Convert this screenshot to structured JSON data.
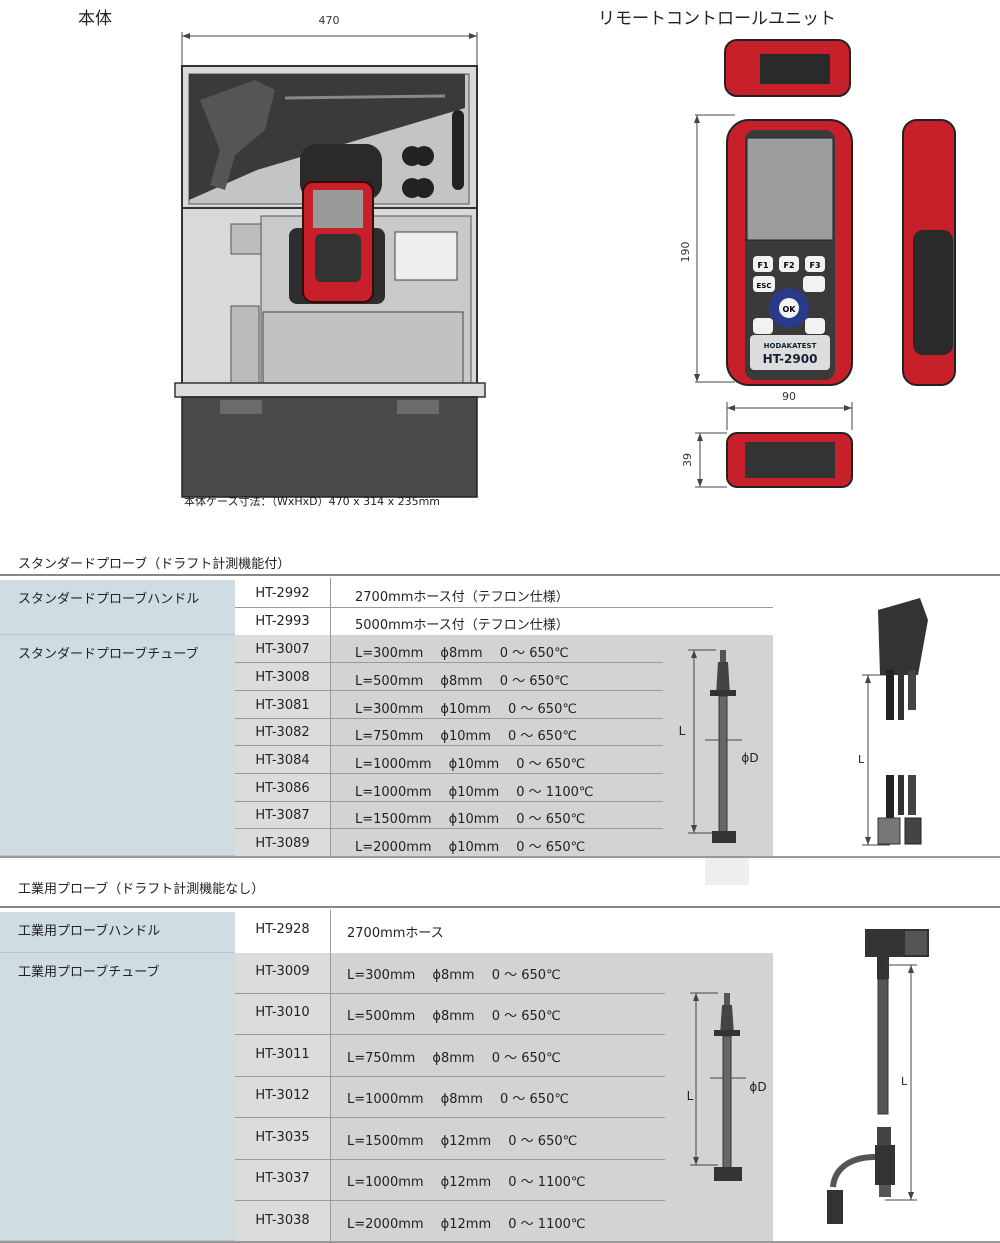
{
  "header": {
    "main_unit_title": "本体",
    "remote_title": "リモートコントロールユニット"
  },
  "main_unit": {
    "width_dim": "470",
    "case_caption": "本体ケース寸法：（WxHxD）470 x 314 x 235mm"
  },
  "remote": {
    "height_dim": "190",
    "width_dim": "90",
    "depth_dim": "39",
    "brand": "HODAKATEST",
    "model": "HT-2900",
    "keys": [
      "F1",
      "F2",
      "F3",
      "ESC",
      "OK"
    ]
  },
  "standard": {
    "section_title": "スタンダードプローブ（ドラフト計測機能付）",
    "handle_label": "スタンダードプローブハンドル",
    "tube_label": "スタンダードプローブチューブ",
    "handles": [
      {
        "code": "HT-2992",
        "spec": "2700mmホース付（テフロン仕様）"
      },
      {
        "code": "HT-2993",
        "spec": "5000mmホース付（テフロン仕様）"
      }
    ],
    "tubes": [
      {
        "code": "HT-3007",
        "spec": "L=300mm　 ϕ8mm 　0 ～ 650℃"
      },
      {
        "code": "HT-3008",
        "spec": "L=500mm　 ϕ8mm 　0 ～ 650℃"
      },
      {
        "code": "HT-3081",
        "spec": "L=300mm　 ϕ10mm　 0 ～ 650℃"
      },
      {
        "code": "HT-3082",
        "spec": "L=750mm　 ϕ10mm　 0 ～ 650℃"
      },
      {
        "code": "HT-3084",
        "spec": "L=1000mm　 ϕ10mm　 0 ～ 650℃"
      },
      {
        "code": "HT-3086",
        "spec": "L=1000mm　 ϕ10mm　 0 ～ 1100℃"
      },
      {
        "code": "HT-3087",
        "spec": "L=1500mm　 ϕ10mm　 0 ～ 650℃"
      },
      {
        "code": "HT-3089",
        "spec": "L=2000mm　 ϕ10mm　 0 ～ 650℃"
      }
    ],
    "dim_L": "L",
    "dim_D": "ϕD"
  },
  "industrial": {
    "section_title": "工業用プローブ（ドラフト計測機能なし）",
    "handle_label": "工業用プローブハンドル",
    "tube_label": "工業用プローブチューブ",
    "handle": {
      "code": "HT-2928",
      "spec": "2700mmホース"
    },
    "tubes": [
      {
        "code": "HT-3009",
        "spec": "L=300mm　 ϕ8mm 　0 ～ 650℃"
      },
      {
        "code": "HT-3010",
        "spec": "L=500mm　 ϕ8mm 　0 ～ 650℃"
      },
      {
        "code": "HT-3011",
        "spec": "L=750mm　 ϕ8mm 　0 ～ 650℃"
      },
      {
        "code": "HT-3012",
        "spec": "L=1000mm　 ϕ8mm 　0 ～ 650℃"
      },
      {
        "code": "HT-3035",
        "spec": "L=1500mm　 ϕ12mm　 0 ～ 650℃"
      },
      {
        "code": "HT-3037",
        "spec": "L=1000mm　 ϕ12mm　 0 ～ 1100℃"
      },
      {
        "code": "HT-3038",
        "spec": "L=2000mm　 ϕ12mm　 0 ～ 1100℃"
      }
    ],
    "dim_L": "L",
    "dim_D": "ϕD"
  }
}
